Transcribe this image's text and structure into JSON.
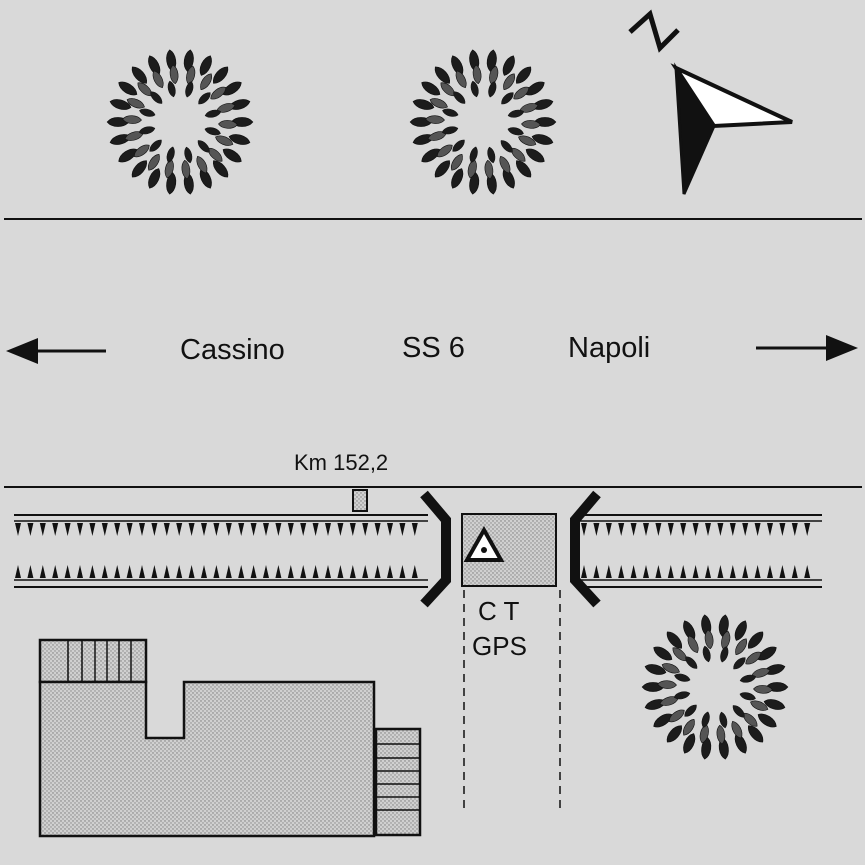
{
  "labels": {
    "west_destination": "Cassino",
    "road_name": "SS 6",
    "east_destination": "Napoli",
    "km_marker": "Km 152,2",
    "station_code": "C T",
    "station_type": "GPS",
    "north": "N"
  },
  "icons": {
    "north_arrow": "north-arrow-icon",
    "tree": "tree-icon",
    "gps_marker": "gps-benchmark-triangle-icon",
    "km_post": "km-post-icon"
  },
  "colors": {
    "background": "#d9d9d9",
    "ink": "#111111",
    "fill_stipple": "#c8c8c8"
  }
}
